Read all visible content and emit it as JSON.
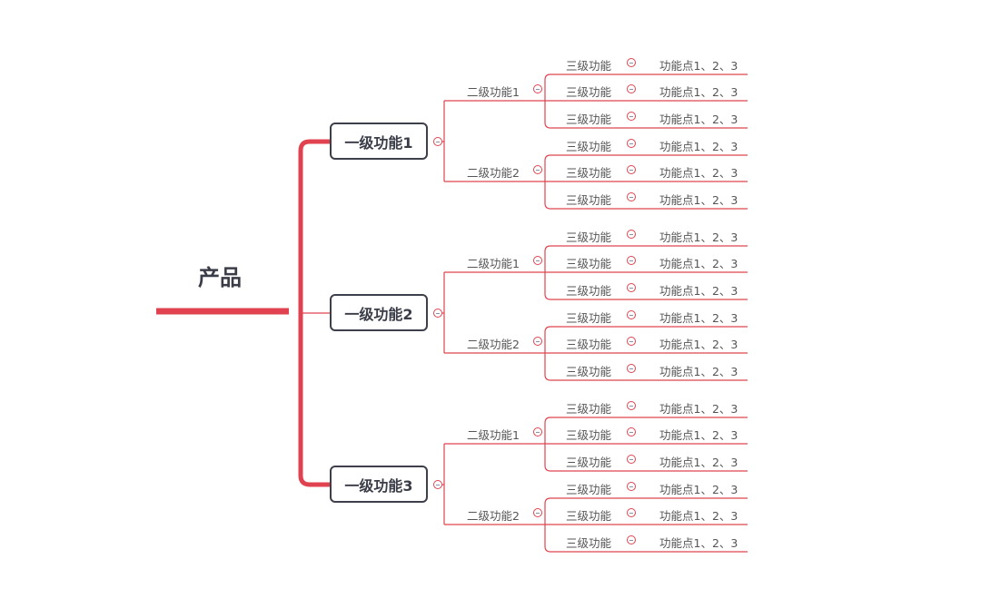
{
  "root": {
    "label": "产品"
  },
  "colors": {
    "accent": "#e0434f",
    "text": "#3d3f4a"
  },
  "branches": [
    {
      "label": "一级功能1",
      "children": [
        {
          "label": "二级功能1",
          "children": [
            {
              "label": "三级功能",
              "detail": "功能点1、2、3"
            },
            {
              "label": "三级功能",
              "detail": "功能点1、2、3"
            },
            {
              "label": "三级功能",
              "detail": "功能点1、2、3"
            }
          ]
        },
        {
          "label": "二级功能2",
          "children": [
            {
              "label": "三级功能",
              "detail": "功能点1、2、3"
            },
            {
              "label": "三级功能",
              "detail": "功能点1、2、3"
            },
            {
              "label": "三级功能",
              "detail": "功能点1、2、3"
            }
          ]
        }
      ]
    },
    {
      "label": "一级功能2",
      "children": [
        {
          "label": "二级功能1",
          "children": [
            {
              "label": "三级功能",
              "detail": "功能点1、2、3"
            },
            {
              "label": "三级功能",
              "detail": "功能点1、2、3"
            },
            {
              "label": "三级功能",
              "detail": "功能点1、2、3"
            }
          ]
        },
        {
          "label": "二级功能2",
          "children": [
            {
              "label": "三级功能",
              "detail": "功能点1、2、3"
            },
            {
              "label": "三级功能",
              "detail": "功能点1、2、3"
            },
            {
              "label": "三级功能",
              "detail": "功能点1、2、3"
            }
          ]
        }
      ]
    },
    {
      "label": "一级功能3",
      "children": [
        {
          "label": "二级功能1",
          "children": [
            {
              "label": "三级功能",
              "detail": "功能点1、2、3"
            },
            {
              "label": "三级功能",
              "detail": "功能点1、2、3"
            },
            {
              "label": "三级功能",
              "detail": "功能点1、2、3"
            }
          ]
        },
        {
          "label": "二级功能2",
          "children": [
            {
              "label": "三级功能",
              "detail": "功能点1、2、3"
            },
            {
              "label": "三级功能",
              "detail": "功能点1、2、3"
            },
            {
              "label": "三级功能",
              "detail": "功能点1、2、3"
            }
          ]
        }
      ]
    }
  ]
}
